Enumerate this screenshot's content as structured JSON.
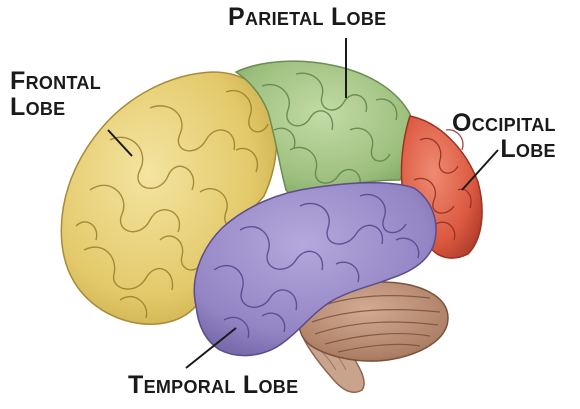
{
  "labels": {
    "parietal": "Parietal Lobe",
    "frontal_line1": "Frontal",
    "frontal_line2": "Lobe",
    "occipital_line1": "Occipital",
    "occipital_line2": "Lobe",
    "temporal": "Temporal Lobe"
  },
  "colors": {
    "frontal": "#e8d27a",
    "parietal": "#a9c98a",
    "occipital": "#e0604a",
    "temporal": "#9b8cc7",
    "cerebellum": "#b58a73",
    "brainstem": "#c9a48e",
    "text": "#1a1a1a"
  }
}
